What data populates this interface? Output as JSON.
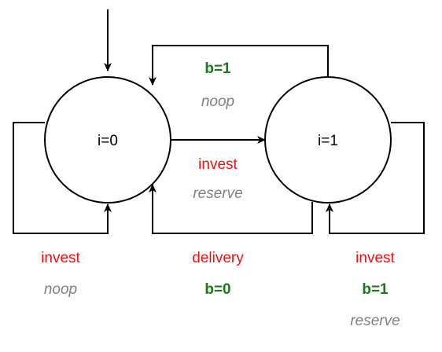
{
  "states": [
    {
      "id": "s0",
      "label": "i=0"
    },
    {
      "id": "s1",
      "label": "i=1"
    }
  ],
  "transitions": [
    {
      "id": "t01",
      "from": "i=0",
      "to": "i=1",
      "lines": [
        "invest",
        "reserve"
      ]
    },
    {
      "id": "t10_top",
      "from": "i=1",
      "to": "i=0",
      "lines": [
        "b=1",
        "noop"
      ]
    },
    {
      "id": "t10_bottom",
      "from": "i=1",
      "to": "i=0",
      "lines": [
        "delivery",
        "b=0"
      ]
    },
    {
      "id": "t00",
      "from": "i=0",
      "to": "i=0",
      "lines": [
        "invest",
        "noop"
      ]
    },
    {
      "id": "t11",
      "from": "i=1",
      "to": "i=1",
      "lines": [
        "invest",
        "b=1",
        "reserve"
      ]
    }
  ],
  "colors": {
    "action": "#ee1111",
    "condition": "#1a7a1a",
    "effect": "#808080",
    "line": "#000000"
  }
}
